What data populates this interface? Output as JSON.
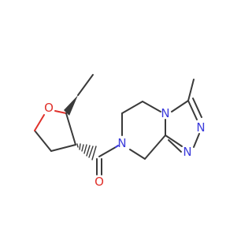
{
  "atoms": {
    "ring_oxygen": "O",
    "carbonyl_oxygen": "O",
    "amide_nitrogen": "N",
    "bridgehead_nitrogen": "N",
    "triazole_n1": "N",
    "triazole_n2": "N"
  },
  "colors": {
    "bond": "#3a3a3a",
    "nitrogen": "#3b3bdb",
    "oxygen": "#e0312b",
    "background": "#ffffff"
  }
}
